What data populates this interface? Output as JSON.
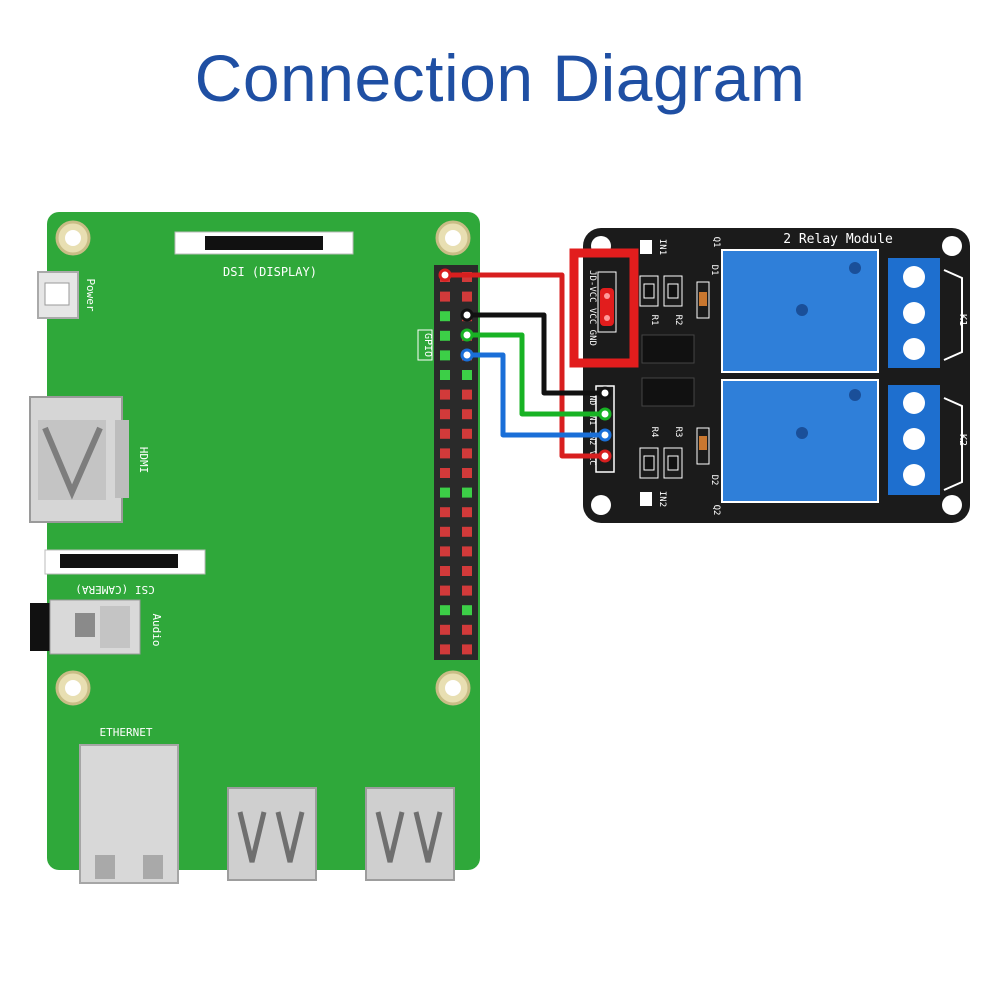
{
  "title": "Connection Diagram",
  "pi_board": {
    "power": "Power",
    "dsi": "DSI (DISPLAY)",
    "gpio": "GPIO",
    "hdmi": "HDMI",
    "csi": "CSI (CAMERA)",
    "audio": "Audio",
    "ethernet": "ETHERNET"
  },
  "relay_module": {
    "title": "2 Relay Module",
    "jumper_label": "JD-VCC VCC GND",
    "header_pins": [
      "GND",
      "IN1",
      "IN2",
      "VCC"
    ],
    "in1": "IN1",
    "in2": "IN2",
    "q1": "Q1",
    "q2": "Q2",
    "d1": "D1",
    "d2": "D2",
    "r1": "R1",
    "r2": "R2",
    "r3": "R3",
    "r4": "R4",
    "k1": "K1",
    "k2": "K2"
  },
  "wires": [
    {
      "name": "vcc-wire",
      "color": "#d81f1f"
    },
    {
      "name": "gnd-wire",
      "color": "#111111"
    },
    {
      "name": "in1-wire",
      "color": "#18b324"
    },
    {
      "name": "in2-wire",
      "color": "#1a6fd8"
    }
  ],
  "colors": {
    "board_green": "#2fa83a",
    "relay_black": "#1b1b1b",
    "relay_blue": "#2f7fd9",
    "terminal_blue": "#1e6fcf",
    "highlight_red": "#e21d1d",
    "title_blue": "#1f4fa3"
  }
}
